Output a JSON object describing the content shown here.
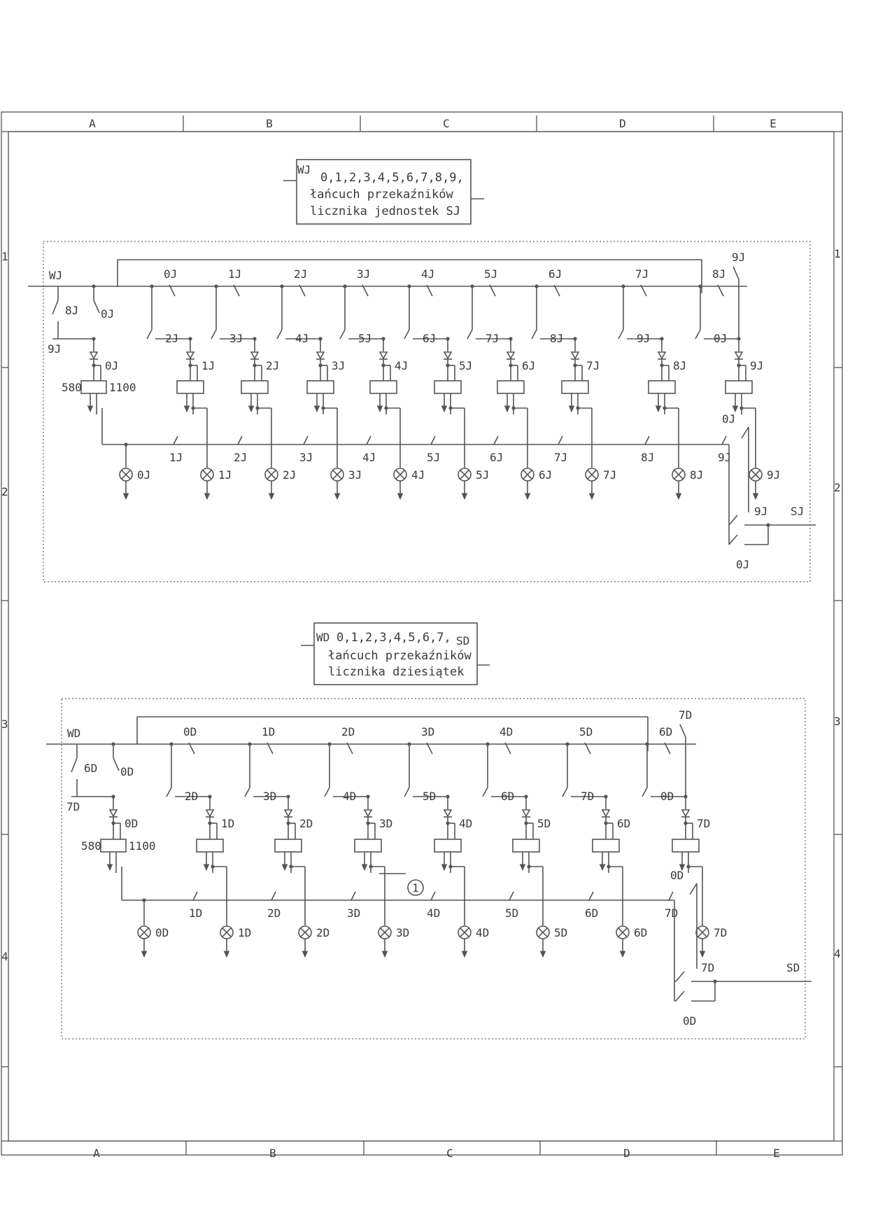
{
  "border": {
    "columns": [
      "A",
      "B",
      "C",
      "D",
      "E"
    ],
    "rows": [
      "1",
      "2",
      "3",
      "4"
    ]
  },
  "units_block": {
    "title_lines": [
      "0,1,2,3,4,5,6,7,8,9,",
      "łańcuch przekaźników",
      "licznika jednostek SJ"
    ],
    "input_label": "WJ",
    "output_label": "SJ",
    "coil_res_left": "580",
    "coil_res_right": "1100",
    "stage_labels": [
      "0J",
      "1J",
      "2J",
      "3J",
      "4J",
      "5J",
      "6J",
      "7J",
      "8J",
      "9J"
    ],
    "bypass_contacts": [
      "8J",
      "9J",
      "0J"
    ],
    "final_contacts": [
      "0J",
      "9J",
      "0J"
    ]
  },
  "tens_block": {
    "title_lines": [
      "0,1,2,3,4,5,6,7,",
      "łańcuch przekaźników",
      "licznika dziesiątek"
    ],
    "input_label": "WD",
    "output_label": "SD",
    "coil_res_left": "580",
    "coil_res_right": "1100",
    "stage_labels": [
      "0D",
      "1D",
      "2D",
      "3D",
      "4D",
      "5D",
      "6D",
      "7D"
    ],
    "bypass_contacts": [
      "6D",
      "7D",
      "0D"
    ],
    "final_contacts": [
      "0D",
      "7D",
      "0D"
    ],
    "marker": "1"
  }
}
